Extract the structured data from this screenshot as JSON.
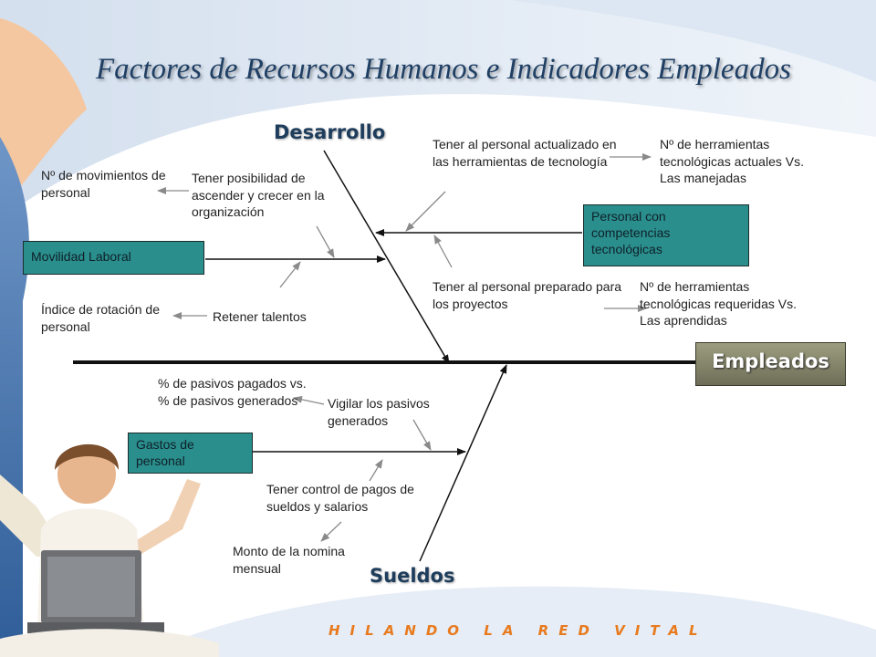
{
  "title": "Factores de Recursos Humanos e Indicadores Empleados",
  "effect": "Empleados",
  "categories": {
    "desarrollo": "Desarrollo",
    "sueldos": "Sueldos"
  },
  "causes": {
    "movilidad": "Movilidad Laboral",
    "personal_competencias": "Personal con competencias tecnológicas",
    "gastos": "Gastos de personal"
  },
  "factors": {
    "ascender": "Tener posibilidad de ascender y crecer en la organización",
    "retener": "Retener talentos",
    "actualizado": "Tener al personal actualizado en las herramientas de tecnología",
    "preparado": "Tener al personal preparado para los proyectos",
    "vigilar": "Vigilar los pasivos generados",
    "control_pagos": "Tener control de pagos de sueldos y salarios"
  },
  "indicators": {
    "movimientos": "Nº de movimientos de personal",
    "rotacion": "Índice de rotación de personal",
    "herr_actuales": "Nº de herramientas tecnológicas actuales Vs. Las manejadas",
    "herr_requeridas": "Nº de herramientas tecnológicas requeridas Vs. Las aprendidas",
    "pasivos": "% de pasivos pagados vs. % de pasivos generados",
    "nomina": "Monto de la nomina mensual"
  },
  "footer": "HILANDO LA RED VITAL",
  "colors": {
    "title": "#1f3f64",
    "box": "#2a8f8c",
    "effect_box": "#8a8a6e",
    "footer": "#e87a1e",
    "background_blue": "#b9cce3"
  }
}
